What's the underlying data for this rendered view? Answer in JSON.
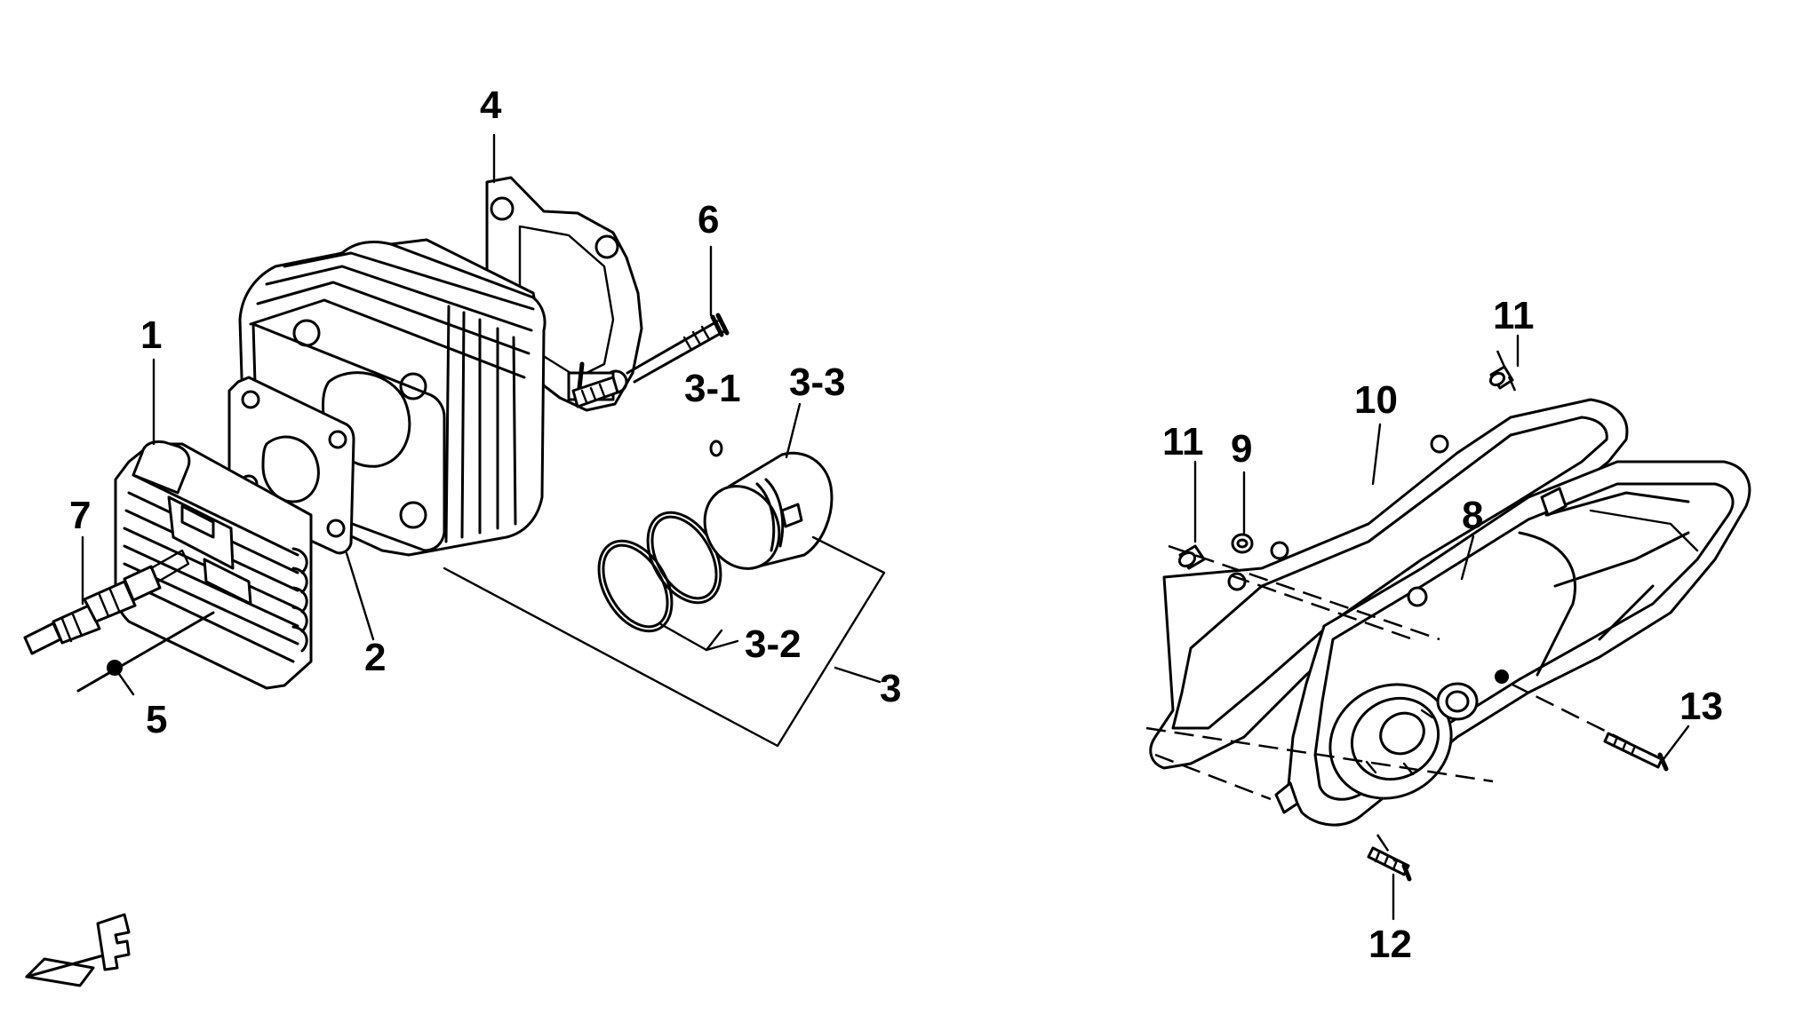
{
  "callouts": {
    "c1": "1",
    "c2": "2",
    "c3": "3",
    "c3_1": "3-1",
    "c3_2": "3-2",
    "c3_3": "3-3",
    "c4": "4",
    "c5": "5",
    "c6": "6",
    "c7": "7",
    "c8": "8",
    "c9": "9",
    "c10": "10",
    "c11a": "11",
    "c11b": "11",
    "c12": "12",
    "c13": "13"
  },
  "logo_mark": "F"
}
